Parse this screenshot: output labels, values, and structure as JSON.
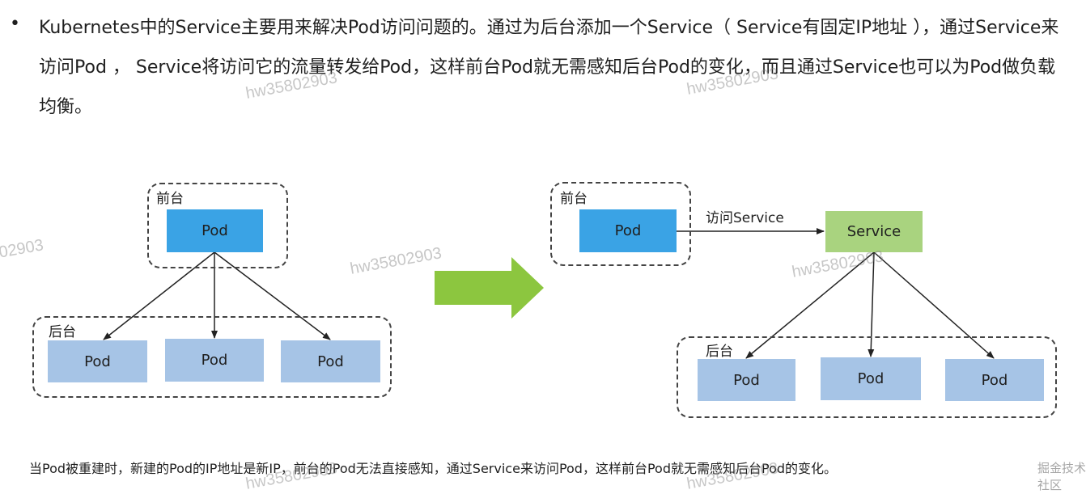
{
  "intro": {
    "bullet": "•",
    "text": "Kubernetes中的Service主要用来解决Pod访问问题的。通过为后台添加一个Service（ Service有固定IP地址 ），通过Service来访问Pod ， Service将访问它的流量转发给Pod，这样前台Pod就无需感知后台Pod的变化，而且通过Service也可以为Pod做负载均衡。"
  },
  "left_diagram": {
    "front_label": "前台",
    "front_pod": "Pod",
    "back_label": "后台",
    "back_pods": [
      "Pod",
      "Pod",
      "Pod"
    ]
  },
  "right_diagram": {
    "front_label": "前台",
    "front_pod": "Pod",
    "access_label": "访问Service",
    "service_label": "Service",
    "back_label": "后台",
    "back_pods": [
      "Pod",
      "Pod",
      "Pod"
    ]
  },
  "caption": "当Pod被重建时，新建的Pod的IP地址是新IP，前台的Pod无法直接感知，通过Service来访问Pod，这样前台Pod就无需感知后台Pod的变化。",
  "watermark": "hw35802903",
  "brand": "掘金技术社区",
  "colors": {
    "front_pod": "#3aa3e5",
    "back_pod": "#a6c4e6",
    "service": "#a9d37f",
    "transition_arrow": "#8cc63f"
  }
}
